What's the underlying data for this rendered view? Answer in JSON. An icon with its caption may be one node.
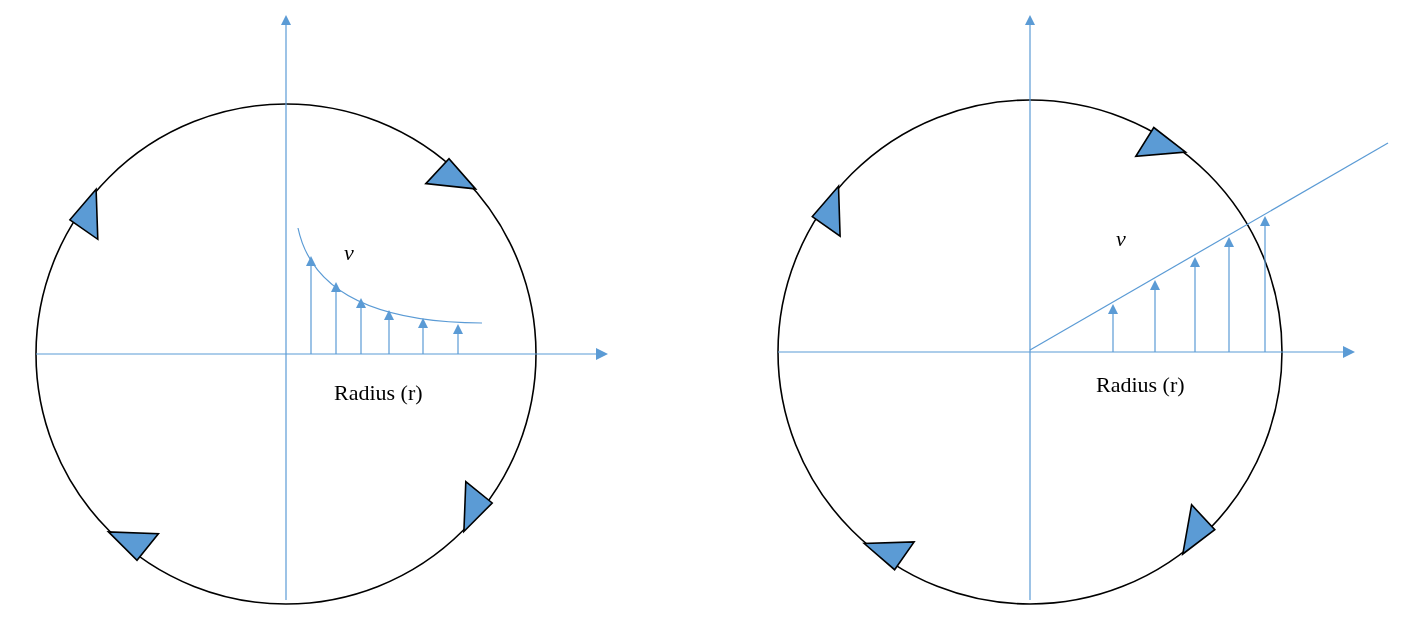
{
  "diagram": {
    "labels": [
      "v",
      "v",
      "Radius (r)",
      "Radius (r)"
    ]
  }
}
